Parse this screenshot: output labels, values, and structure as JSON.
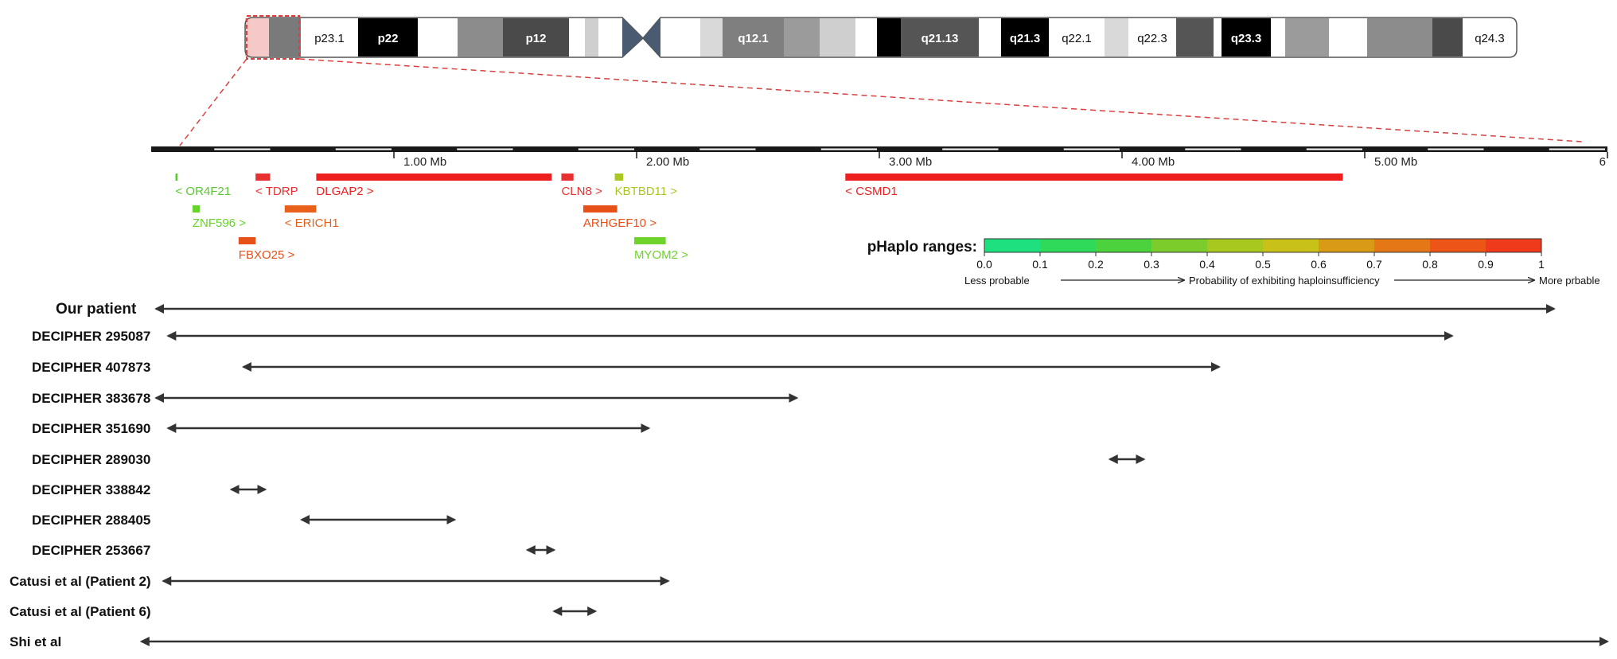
{
  "chromosome": {
    "bands": [
      {
        "name": "",
        "start": 308,
        "end": 378,
        "fill": "#f6c9c9"
      },
      {
        "name": "",
        "start": 338,
        "end": 378,
        "fill": "#7a7a7a"
      },
      {
        "name": "p23.1",
        "start": 378,
        "end": 450,
        "fill": "#ffffff",
        "text_color": "#111111"
      },
      {
        "name": "p22",
        "start": 450,
        "end": 525,
        "fill": "#000000",
        "text_color": "#ffffff"
      },
      {
        "name": "",
        "start": 525,
        "end": 575,
        "fill": "#ffffff"
      },
      {
        "name": "",
        "start": 575,
        "end": 632,
        "fill": "#8c8c8c"
      },
      {
        "name": "p12",
        "start": 632,
        "end": 715,
        "fill": "#4a4a4a",
        "text_color": "#ffffff"
      },
      {
        "name": "",
        "start": 715,
        "end": 735,
        "fill": "#ffffff"
      },
      {
        "name": "",
        "start": 735,
        "end": 752,
        "fill": "#cfcfcf"
      },
      {
        "name": "",
        "start": 752,
        "end": 782,
        "fill": "#ffffff"
      },
      {
        "name": "",
        "start": 830,
        "end": 880,
        "fill": "#ffffff"
      },
      {
        "name": "",
        "start": 880,
        "end": 908,
        "fill": "#d9d9d9"
      },
      {
        "name": "q12.1",
        "start": 908,
        "end": 985,
        "fill": "#7f7f7f",
        "text_color": "#ffffff"
      },
      {
        "name": "",
        "start": 985,
        "end": 1030,
        "fill": "#9b9b9b"
      },
      {
        "name": "",
        "start": 1030,
        "end": 1075,
        "fill": "#cfcfcf"
      },
      {
        "name": "",
        "start": 1075,
        "end": 1102,
        "fill": "#ffffff"
      },
      {
        "name": "",
        "start": 1102,
        "end": 1132,
        "fill": "#000000"
      },
      {
        "name": "q21.13",
        "start": 1132,
        "end": 1230,
        "fill": "#555555",
        "text_color": "#ffffff"
      },
      {
        "name": "",
        "start": 1230,
        "end": 1258,
        "fill": "#ffffff"
      },
      {
        "name": "q21.3",
        "start": 1258,
        "end": 1318,
        "fill": "#000000",
        "text_color": "#ffffff"
      },
      {
        "name": "q22.1",
        "start": 1318,
        "end": 1388,
        "fill": "#ffffff",
        "text_color": "#111111"
      },
      {
        "name": "",
        "start": 1388,
        "end": 1418,
        "fill": "#d9d9d9"
      },
      {
        "name": "q22.3",
        "start": 1418,
        "end": 1478,
        "fill": "#ffffff",
        "text_color": "#111111"
      },
      {
        "name": "",
        "start": 1478,
        "end": 1525,
        "fill": "#555555"
      },
      {
        "name": "",
        "start": 1525,
        "end": 1535,
        "fill": "#ffffff"
      },
      {
        "name": "q23.3",
        "start": 1535,
        "end": 1597,
        "fill": "#000000",
        "text_color": "#ffffff"
      },
      {
        "name": "",
        "start": 1597,
        "end": 1615,
        "fill": "#ffffff"
      },
      {
        "name": "",
        "start": 1615,
        "end": 1670,
        "fill": "#9b9b9b"
      },
      {
        "name": "",
        "start": 1670,
        "end": 1718,
        "fill": "#ffffff"
      },
      {
        "name": "",
        "start": 1718,
        "end": 1800,
        "fill": "#8c8c8c"
      },
      {
        "name": "",
        "start": 1800,
        "end": 1838,
        "fill": "#4a4a4a"
      },
      {
        "name": "q24.3",
        "start": 1838,
        "end": 1906,
        "fill": "#ffffff",
        "text_color": "#111111"
      }
    ]
  },
  "scale": {
    "max_mb": 6,
    "ticks": [
      {
        "mb": 1,
        "label": "1.00 Mb"
      },
      {
        "mb": 2,
        "label": "2.00 Mb"
      },
      {
        "mb": 3,
        "label": "3.00 Mb"
      },
      {
        "mb": 4,
        "label": "4.00 Mb"
      },
      {
        "mb": 5,
        "label": "5.00 Mb"
      },
      {
        "mb": 6,
        "label": "6"
      }
    ]
  },
  "genes": [
    {
      "name": "< OR4F21",
      "start_mb": 0.1,
      "end_mb": 0.108,
      "row": 0,
      "color": "#5ac832"
    },
    {
      "name": "< TDRP",
      "start_mb": 0.43,
      "end_mb": 0.49,
      "row": 0,
      "color": "#e83030"
    },
    {
      "name": "DLGAP2 >",
      "start_mb": 0.68,
      "end_mb": 1.65,
      "row": 0,
      "color": "#ee1f1f"
    },
    {
      "name": "CLN8 >",
      "start_mb": 1.69,
      "end_mb": 1.74,
      "row": 0,
      "color": "#e83030"
    },
    {
      "name": "KBTBD11 >",
      "start_mb": 1.91,
      "end_mb": 1.945,
      "row": 0,
      "color": "#a8c820"
    },
    {
      "name": "< CSMD1",
      "start_mb": 2.86,
      "end_mb": 4.91,
      "row": 0,
      "color": "#ee1f1f"
    },
    {
      "name": "ZNF596 >",
      "start_mb": 0.17,
      "end_mb": 0.2,
      "row": 1,
      "color": "#66d42a"
    },
    {
      "name": "< ERICH1",
      "start_mb": 0.55,
      "end_mb": 0.68,
      "row": 1,
      "color": "#e8601a"
    },
    {
      "name": "ARHGEF10 >",
      "start_mb": 1.78,
      "end_mb": 1.92,
      "row": 1,
      "color": "#e8501a"
    },
    {
      "name": "FBXO25 >",
      "start_mb": 0.36,
      "end_mb": 0.43,
      "row": 2,
      "color": "#e8501a"
    },
    {
      "name": "MYOM2 >",
      "start_mb": 1.99,
      "end_mb": 2.12,
      "row": 2,
      "color": "#6ed42a"
    }
  ],
  "legend": {
    "title": "pHaplo ranges:",
    "colors": [
      "#1ee07e",
      "#2fd95a",
      "#4bd23c",
      "#7ccc2c",
      "#a8c820",
      "#c8c118",
      "#d99b16",
      "#e67716",
      "#ec5418",
      "#ef3a1c"
    ],
    "ticks": [
      "0.0",
      "0.1",
      "0.2",
      "0.3",
      "0.4",
      "0.5",
      "0.6",
      "0.7",
      "0.8",
      "0.9",
      "1"
    ],
    "less_label": "Less probable",
    "middle_label": "Probability of exhibiting haploinsufficiency",
    "more_label": "More prbable"
  },
  "cases": [
    {
      "label": "Our patient",
      "start_mb": 0.02,
      "end_mb": 5.78
    },
    {
      "label": "DECIPHER 295087",
      "start_mb": 0.07,
      "end_mb": 5.36
    },
    {
      "label": "DECIPHER 407873",
      "start_mb": 0.38,
      "end_mb": 4.4
    },
    {
      "label": "DECIPHER 383678",
      "start_mb": 0.02,
      "end_mb": 2.66
    },
    {
      "label": "DECIPHER 351690",
      "start_mb": 0.07,
      "end_mb": 2.05
    },
    {
      "label": "DECIPHER 289030",
      "start_mb": 3.95,
      "end_mb": 4.09
    },
    {
      "label": "DECIPHER 338842",
      "start_mb": 0.33,
      "end_mb": 0.47
    },
    {
      "label": "DECIPHER 288405",
      "start_mb": 0.62,
      "end_mb": 1.25
    },
    {
      "label": "DECIPHER 253667",
      "start_mb": 1.55,
      "end_mb": 1.66
    },
    {
      "label": "Catusi et al (Patient 2)",
      "start_mb": 0.05,
      "end_mb": 2.13
    },
    {
      "label": "Catusi et al (Patient 6)",
      "start_mb": 1.66,
      "end_mb": 1.83
    },
    {
      "label": "Shi et al",
      "start_mb": -0.04,
      "end_mb": 6.0
    }
  ]
}
